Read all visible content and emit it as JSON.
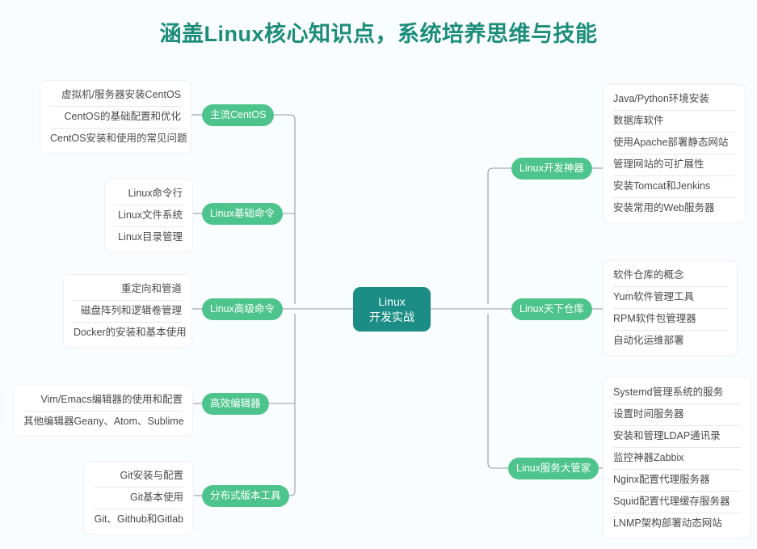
{
  "title": "涵盖Linux核心知识点，系统培养思维与技能",
  "theme": {
    "background": "#fafdff",
    "title_color": "#1b8d79",
    "center_node_color": "#1b8d85",
    "branch_pill_color": "#4ec48d",
    "card_background": "#ffffff",
    "leaf_text_color": "#4a4a4a",
    "connector_color": "#9a9a9a"
  },
  "center": {
    "line1": "Linux",
    "line2": "开发实战"
  },
  "branches": {
    "left": [
      {
        "label": "主流CentOS",
        "leaves": [
          "虚拟机/服务器安装CentOS",
          "CentOS的基础配置和优化",
          "CentOS安装和使用的常见问题"
        ]
      },
      {
        "label": "Linux基础命令",
        "leaves": [
          "Linux命令行",
          "Linux文件系统",
          "Linux目录管理"
        ]
      },
      {
        "label": "Linux高级命令",
        "leaves": [
          "重定向和管道",
          "磁盘阵列和逻辑卷管理",
          "Docker的安装和基本使用"
        ]
      },
      {
        "label": "高效编辑器",
        "leaves": [
          "Vim/Emacs编辑器的使用和配置",
          "其他编辑器Geany、Atom、Sublime"
        ]
      },
      {
        "label": "分布式版本工具",
        "leaves": [
          "Git安装与配置",
          "Git基本使用",
          "Git、Github和Gitlab"
        ]
      }
    ],
    "right": [
      {
        "label": "Linux开发神器",
        "leaves": [
          "Java/Python环境安装",
          "数据库软件",
          "使用Apache部署静态网站",
          "管理网站的可扩展性",
          "安装Tomcat和Jenkins",
          "安装常用的Web服务器"
        ]
      },
      {
        "label": "Linux天下仓库",
        "leaves": [
          "软件仓库的概念",
          "Yum软件管理工具",
          "RPM软件包管理器",
          "自动化运维部署"
        ]
      },
      {
        "label": "Linux服务大管家",
        "leaves": [
          "Systemd管理系统的服务",
          "设置时间服务器",
          "安装和管理LDAP通讯录",
          "监控神器Zabbix",
          "Nginx配置代理服务器",
          "Squid配置代理缓存服务器",
          "LNMP架构部署动态网站"
        ]
      }
    ]
  }
}
